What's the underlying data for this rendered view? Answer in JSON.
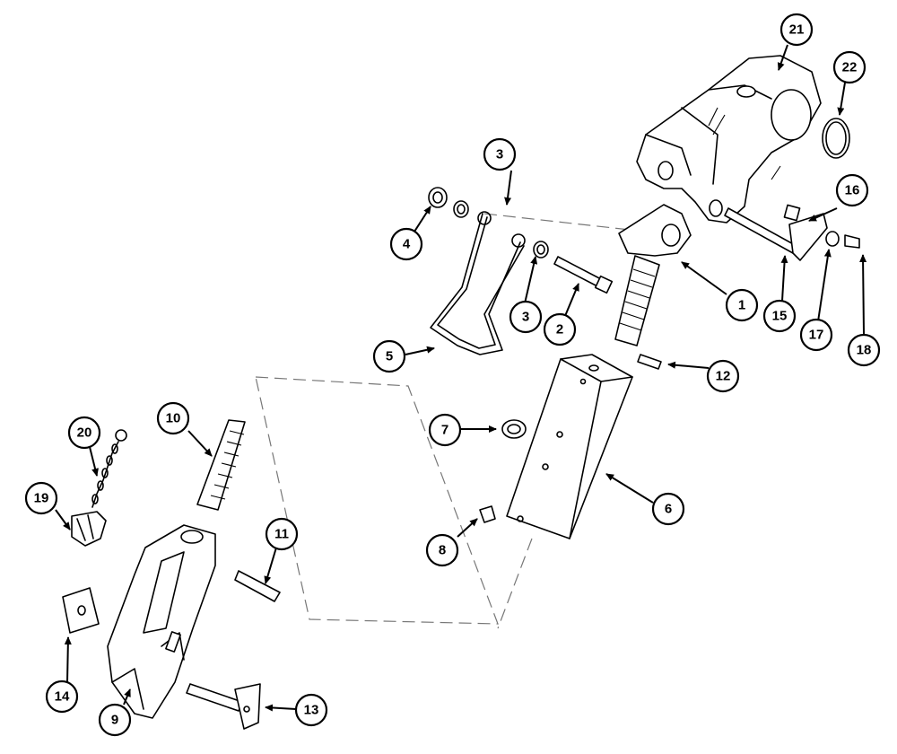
{
  "callouts": [
    {
      "id": "c1",
      "label": "1"
    },
    {
      "id": "c2",
      "label": "2"
    },
    {
      "id": "c3a",
      "label": "3"
    },
    {
      "id": "c3b",
      "label": "3"
    },
    {
      "id": "c4",
      "label": "4"
    },
    {
      "id": "c5",
      "label": "5"
    },
    {
      "id": "c6",
      "label": "6"
    },
    {
      "id": "c7",
      "label": "7"
    },
    {
      "id": "c8",
      "label": "8"
    },
    {
      "id": "c9",
      "label": "9"
    },
    {
      "id": "c10",
      "label": "10"
    },
    {
      "id": "c11",
      "label": "11"
    },
    {
      "id": "c12",
      "label": "12"
    },
    {
      "id": "c13",
      "label": "13"
    },
    {
      "id": "c14",
      "label": "14"
    },
    {
      "id": "c15",
      "label": "15"
    },
    {
      "id": "c16",
      "label": "16"
    },
    {
      "id": "c17",
      "label": "17"
    },
    {
      "id": "c18",
      "label": "18"
    },
    {
      "id": "c19",
      "label": "19"
    },
    {
      "id": "c20",
      "label": "20"
    },
    {
      "id": "c21",
      "label": "21"
    },
    {
      "id": "c22",
      "label": "22"
    }
  ]
}
